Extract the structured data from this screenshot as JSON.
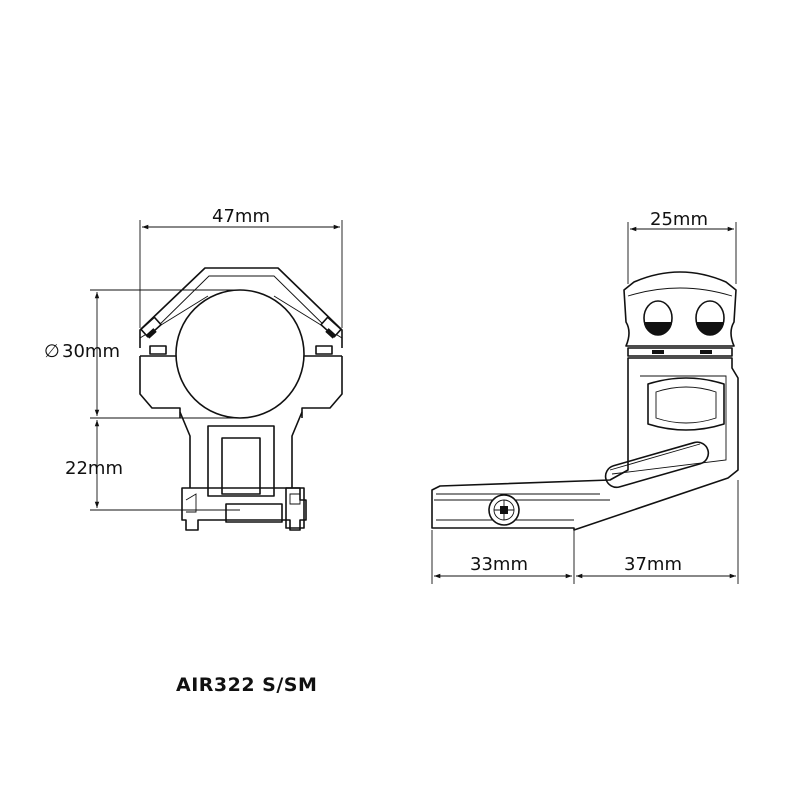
{
  "dimensions": {
    "width_front": "47mm",
    "tube_diameter_symbol": "∅",
    "tube_diameter": "30mm",
    "height": "22mm",
    "width_side": "25mm",
    "offset_front": "33mm",
    "offset_rear": "37mm"
  },
  "model": "AIR322 S/SM"
}
